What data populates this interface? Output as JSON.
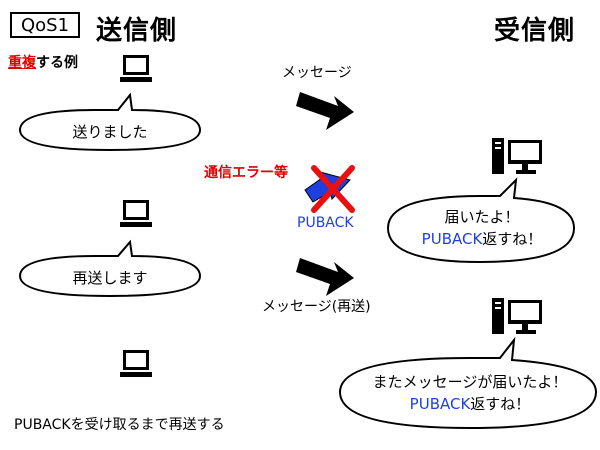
{
  "header": {
    "qos_label": "QoS1",
    "sender_title": "送信側",
    "receiver_title": "受信側"
  },
  "example_label": {
    "highlight": "重複",
    "rest": "する例"
  },
  "sender": {
    "bubble1": "送りました",
    "bubble2": "再送します",
    "note": "PUBACKを受け取るまで再送する"
  },
  "flow": {
    "message_label": "メッセージ",
    "error_label": "通信エラー等",
    "puback_label": "PUBACK",
    "resend_label": "メッセージ(再送)"
  },
  "receiver": {
    "bubble1_line1": "届いたよ！",
    "bubble1_line2_blue": "PUBACK",
    "bubble1_line2_rest": "返すね！",
    "bubble2_line1": "またメッセージが届いたよ！",
    "bubble2_line2_blue": "PUBACK",
    "bubble2_line2_rest": "返すね！"
  },
  "colors": {
    "error_red": "#e00000",
    "puback_blue": "#1f3fe0",
    "cross_red": "#e81010"
  },
  "icons": [
    "laptop-icon",
    "desktop-pc-icon",
    "arrow-icon",
    "cross-icon"
  ]
}
